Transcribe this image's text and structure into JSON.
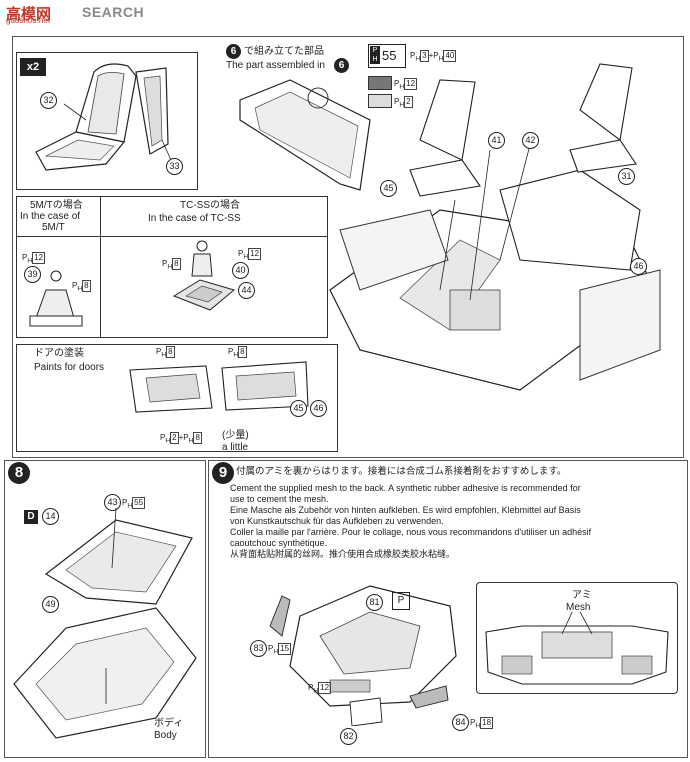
{
  "watermark": {
    "main": "高模网",
    "search": "SEARCH",
    "sub": "gaoshou.net"
  },
  "top": {
    "qty": "x2",
    "seat_parts": [
      "32",
      "33"
    ],
    "assembled_jp_num": "6",
    "assembled_jp": "で組み立てた部品",
    "assembled_en_prefix": "The part assembled in",
    "assembled_en_num": "6",
    "paint_main": "55",
    "paint_mix_a": "3",
    "paint_mix_b": "40",
    "swatch_dark": "12",
    "swatch_light": "2",
    "labels": {
      "p45": "45",
      "p41": "41",
      "p42": "42",
      "p31": "31",
      "p46": "46"
    }
  },
  "case_mt": {
    "jp": "5M/Tの場合",
    "en1": "In the case of",
    "en2": "5M/T",
    "paint_a": "12",
    "part": "39",
    "paint_b": "8"
  },
  "case_tcss": {
    "jp": "TC-SSの場合",
    "en": "In the case of TC-SS",
    "paint_a": "12",
    "paint_b": "8",
    "part_a": "40",
    "part_b": "44"
  },
  "doors": {
    "jp": "ドアの塗装",
    "en": "Paints for doors",
    "paint_left": "8",
    "paint_right": "8",
    "part_a": "45",
    "part_b": "46",
    "mix_a": "2",
    "mix_b": "8",
    "little_jp": "(少量)",
    "little_en": "a little"
  },
  "step8": {
    "num": "8",
    "d_label": "D",
    "d_part": "14",
    "p43": "43",
    "p43_paint": "55",
    "p49": "49",
    "body_jp": "ボディ",
    "body_en": "Body"
  },
  "step9": {
    "num": "9",
    "lines": [
      "付属のアミを裏からはります。接着には合成ゴム系接着剤をおすすめします。",
      "Cement the supplied mesh to the back. A synthetic rubber adhesive is recommended for",
      "use to cement the mesh.",
      "Eine Masche als Zubehör von hinten aufkleben. Es wird empfohlen, Klebmittel auf Basis",
      "von Kunstkautschuk für das Aufkleben zu verwenden.",
      "Coller la maille par l'arrière. Pour le collage, nous vous recommandons d'utiliser un adhésif",
      "caoutchouc synthétique.",
      "从背面粘贴附属的丝网。推介使用合成橡胶类胶水粘缝。"
    ],
    "p81": "81",
    "p83": "83",
    "p83_paint": "15",
    "paint_12": "12",
    "p82": "82",
    "p84": "84",
    "p84_paint": "18",
    "mesh_jp": "アミ",
    "mesh_en": "Mesh"
  }
}
